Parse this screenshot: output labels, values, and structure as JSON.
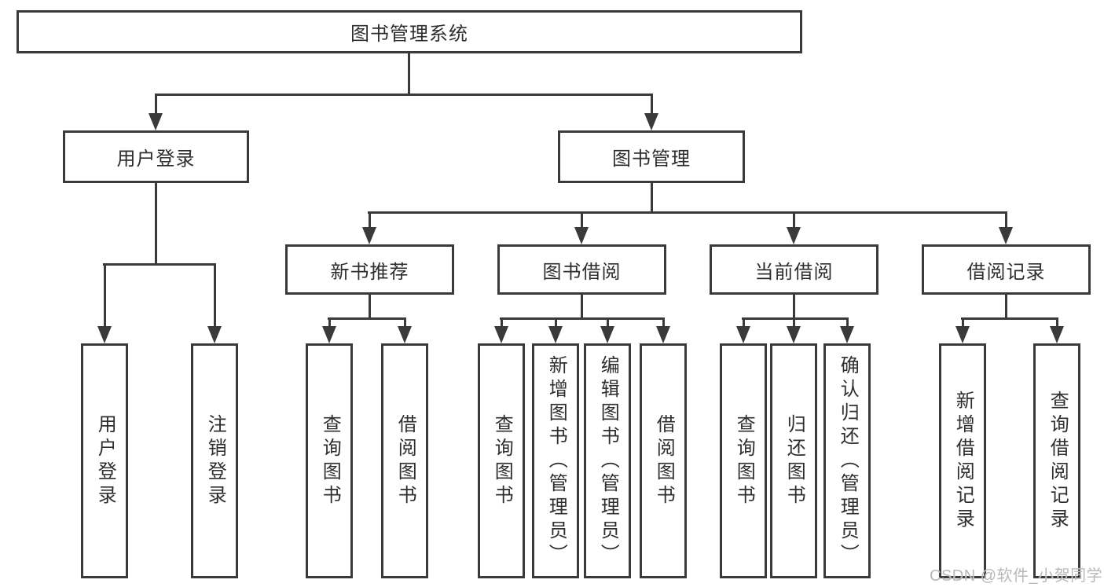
{
  "root": {
    "label": "图书管理系统"
  },
  "branches": {
    "user_login": {
      "label": "用户登录",
      "children": [
        {
          "label": "用户登录"
        },
        {
          "label": "注销登录"
        }
      ]
    },
    "book_management": {
      "label": "图书管理",
      "sections": {
        "new_book_recommendation": {
          "label": "新书推荐",
          "children": [
            {
              "label": "查询图书"
            },
            {
              "label": "借阅图书"
            }
          ]
        },
        "book_borrowing": {
          "label": "图书借阅",
          "children": [
            {
              "label": "查询图书"
            },
            {
              "label": "新增图书（管理员）"
            },
            {
              "label": "编辑图书（管理员）"
            },
            {
              "label": "借阅图书"
            }
          ]
        },
        "current_borrowing": {
          "label": "当前借阅",
          "children": [
            {
              "label": "查询图书"
            },
            {
              "label": "归还图书"
            },
            {
              "label": "确认归还（管理员）"
            }
          ]
        },
        "borrowing_records": {
          "label": "借阅记录",
          "children": [
            {
              "label": "新增借阅记录"
            },
            {
              "label": "查询借阅记录"
            }
          ]
        }
      }
    }
  },
  "watermark": "CSDN @软件_小贺同学",
  "colors": {
    "line": "#3a3a3a",
    "text": "#2e2e2e",
    "watermark": "#b9b9b9",
    "box_fill": "#ffffff",
    "background": "#ffffff"
  }
}
